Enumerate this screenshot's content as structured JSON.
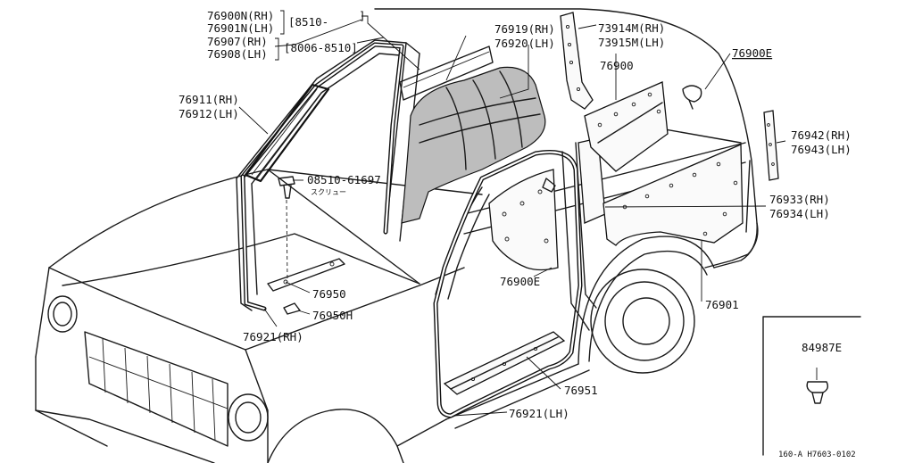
{
  "labels": {
    "p76900n": "76900N(RH)",
    "p76901n": "76901N(LH)",
    "range1": "[8510-",
    "range1_end": "]",
    "p76907": "76907(RH)",
    "p76908": "76908(LH)",
    "range2": "[8006-8510]",
    "p76919": "76919(RH)",
    "p76920": "76920(LH)",
    "p73914m": "73914M(RH)",
    "p73915m": "73915M(LH)",
    "p76900": "76900",
    "p76900e_top": "76900E",
    "p76911": "76911(RH)",
    "p76912": "76912(LH)",
    "p08510": "08510-61697",
    "screw_jp": "スクリュー",
    "p76942": "76942(RH)",
    "p76943": "76943(LH)",
    "p76933": "76933(RH)",
    "p76934": "76934(LH)",
    "p76950": "76950",
    "p76950h": "76950H",
    "p76900e_mid": "76900E",
    "p76921rh": "76921(RH)",
    "p76901": "76901",
    "p84987e": "84987E",
    "p76951": "76951",
    "p76921lh": "76921(LH)",
    "footer_code": "160-A H7603-0102"
  }
}
